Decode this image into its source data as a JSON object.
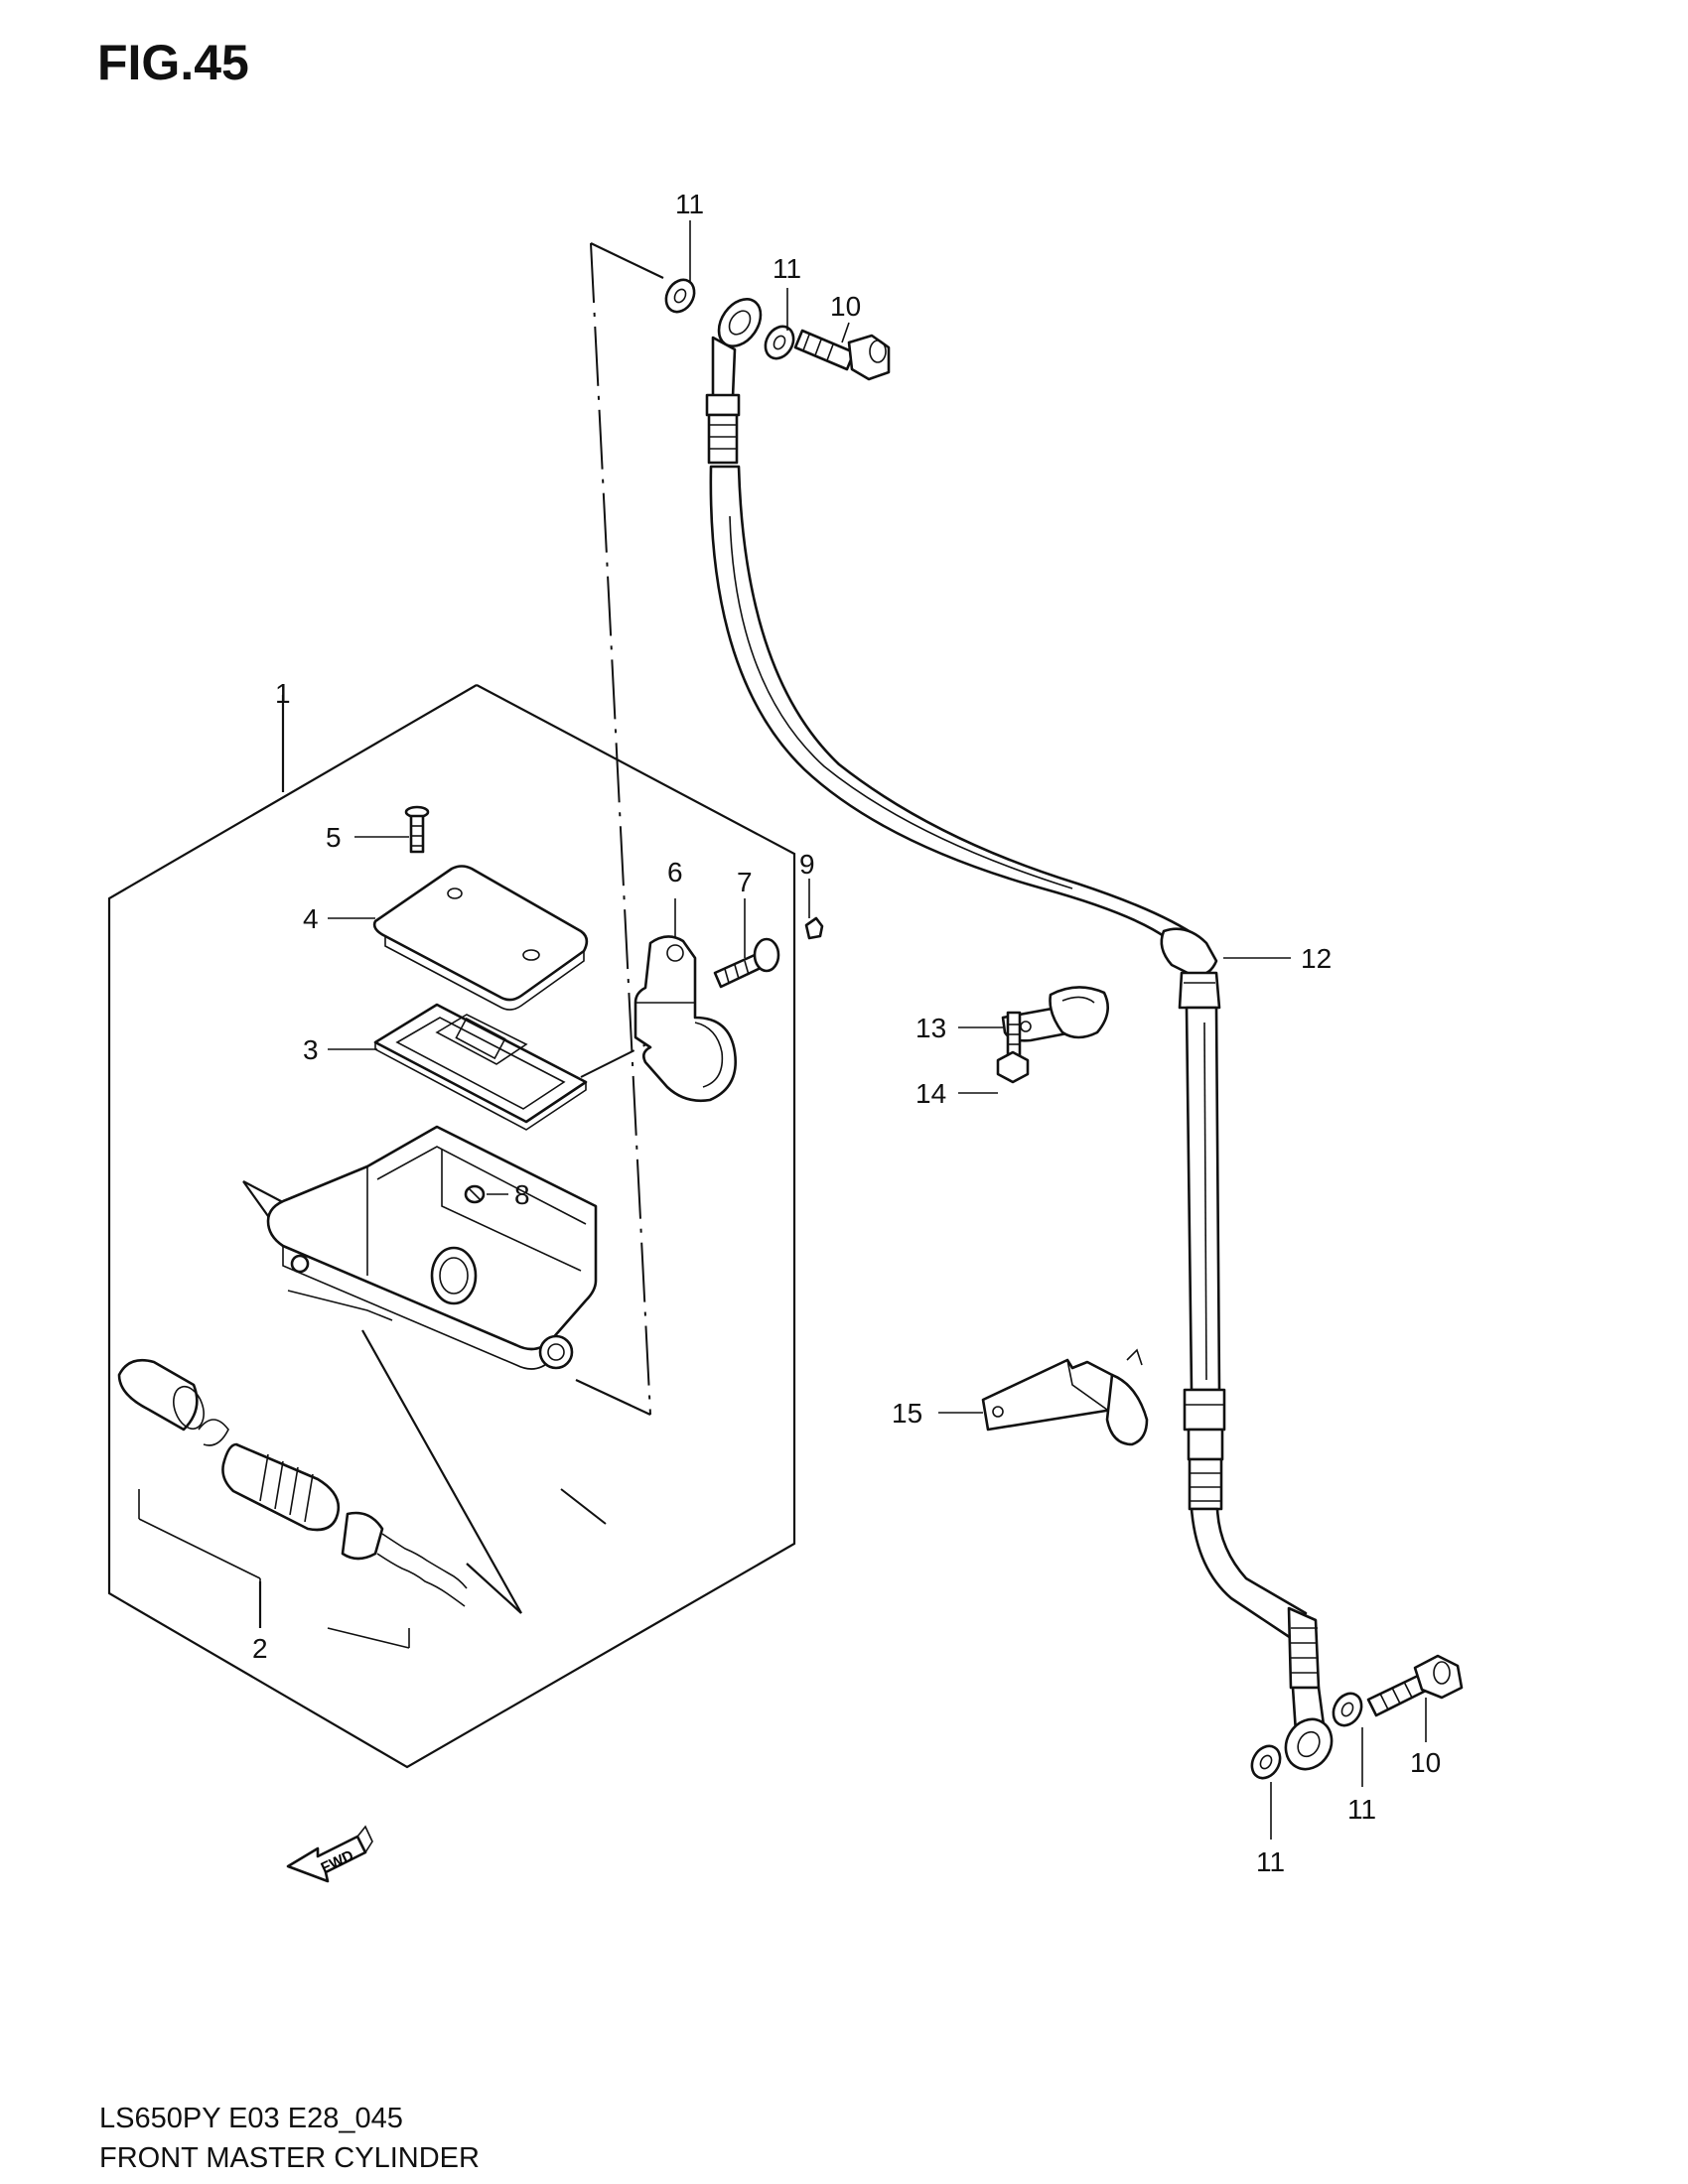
{
  "figure": {
    "title": "FIG.45",
    "code": "LS650PY E03 E28_045",
    "name": "FRONT MASTER CYLINDER",
    "fwd_label": "FWD"
  },
  "callouts": {
    "c1": "1",
    "c2": "2",
    "c3": "3",
    "c4": "4",
    "c5": "5",
    "c6": "6",
    "c7": "7",
    "c8": "8",
    "c9": "9",
    "c10a": "10",
    "c10b": "10",
    "c11a": "11",
    "c11b": "11",
    "c11c": "11",
    "c11d": "11",
    "c12": "12",
    "c13": "13",
    "c14": "14",
    "c15": "15"
  }
}
